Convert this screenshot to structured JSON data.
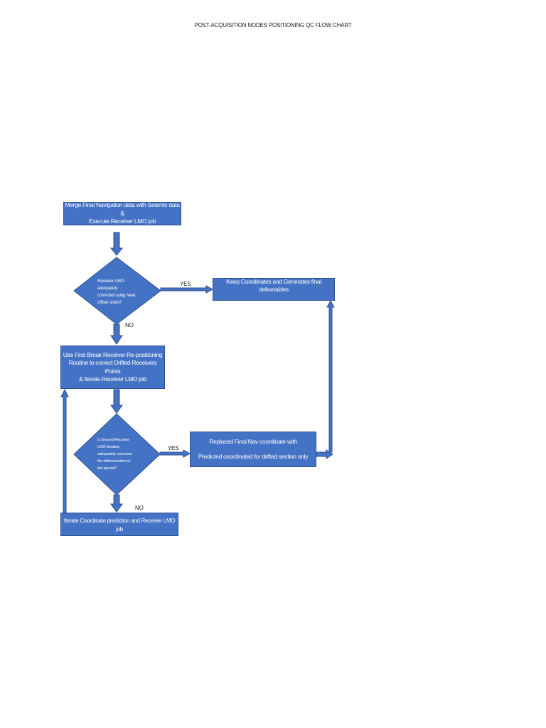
{
  "page": {
    "title": "POST-ACQUISITION NODES POSITIONING QC FLOW CHART"
  },
  "colors": {
    "shape_fill": "#4472c4",
    "shape_border": "#2f528f",
    "shape_text": "#ffffff",
    "label_text": "#222222"
  },
  "nodes": {
    "merge": {
      "line1": "Merge Final Navigation data with Seismic data &",
      "line2": "Execute Receiver LMO job"
    },
    "decision1": {
      "lines": [
        "Receiver LMO",
        "adequately",
        "corrected using Near",
        "Offset shots?"
      ]
    },
    "keep": {
      "text": "Keep Coordinates and Generates final deliverables"
    },
    "first_break": {
      "line1": "Use First Break Receiver Re-positioning",
      "line2": "Routine to correct Drifted Receivers Points",
      "line3": "& Iterate Receiver LMO job"
    },
    "decision2": {
      "lines": [
        "Is Second Receiver",
        "LMO Iteration",
        "adequately corrected",
        "the drifted section of",
        "the spread?"
      ]
    },
    "replaced": {
      "line1": "Replaced Final Nav coordinate with",
      "line2": "Predicted coordinated for drifted section only"
    },
    "iterate": {
      "text": "Iterate Coordinate prediction and Receiver LMO job"
    }
  },
  "edges": {
    "yes1": "YES",
    "no1": "NO",
    "yes2": "YES",
    "no2": "NO"
  }
}
